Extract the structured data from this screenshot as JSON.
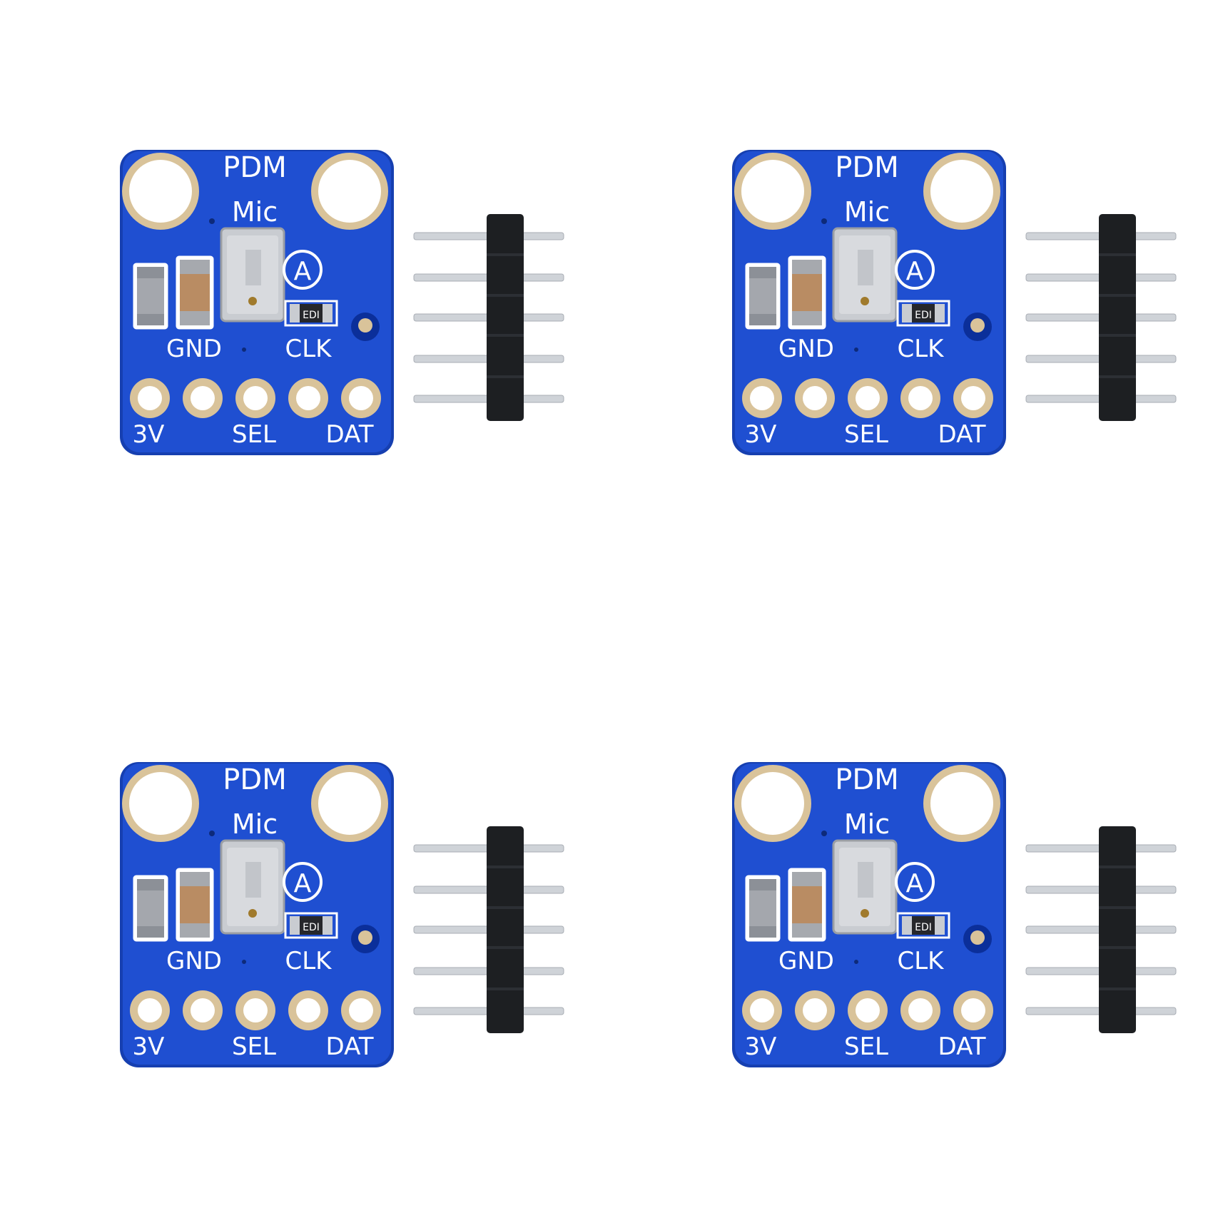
{
  "colors": {
    "background": "#ffffff",
    "pcb": "#1f4fd1",
    "pcb_edge": "#163fb0",
    "silkscreen": "#ffffff",
    "pad_gold": "#d9c39a",
    "header_plastic": "#1d1f22",
    "pin_metal": "#cfd3d8"
  },
  "icons": {
    "board": "pdm-mic-breakout-board",
    "header": "5-pin-male-header",
    "adafruit_logo": "circled-a-logo"
  },
  "boards": [
    {
      "silkscreen": {
        "title": "PDM",
        "subtitle": "Mic",
        "pin_gnd": "GND",
        "pin_clk": "CLK",
        "pin_3v": "3V",
        "pin_sel": "SEL",
        "pin_dat": "DAT",
        "logo": "A",
        "part_mark": "EDI"
      }
    },
    {
      "silkscreen": {
        "title": "PDM",
        "subtitle": "Mic",
        "pin_gnd": "GND",
        "pin_clk": "CLK",
        "pin_3v": "3V",
        "pin_sel": "SEL",
        "pin_dat": "DAT",
        "logo": "A",
        "part_mark": "EDI"
      }
    },
    {
      "silkscreen": {
        "title": "PDM",
        "subtitle": "Mic",
        "pin_gnd": "GND",
        "pin_clk": "CLK",
        "pin_3v": "3V",
        "pin_sel": "SEL",
        "pin_dat": "DAT",
        "logo": "A",
        "part_mark": "EDI"
      }
    },
    {
      "silkscreen": {
        "title": "PDM",
        "subtitle": "Mic",
        "pin_gnd": "GND",
        "pin_clk": "CLK",
        "pin_3v": "3V",
        "pin_sel": "SEL",
        "pin_dat": "DAT",
        "logo": "A",
        "part_mark": "EDI"
      }
    }
  ]
}
